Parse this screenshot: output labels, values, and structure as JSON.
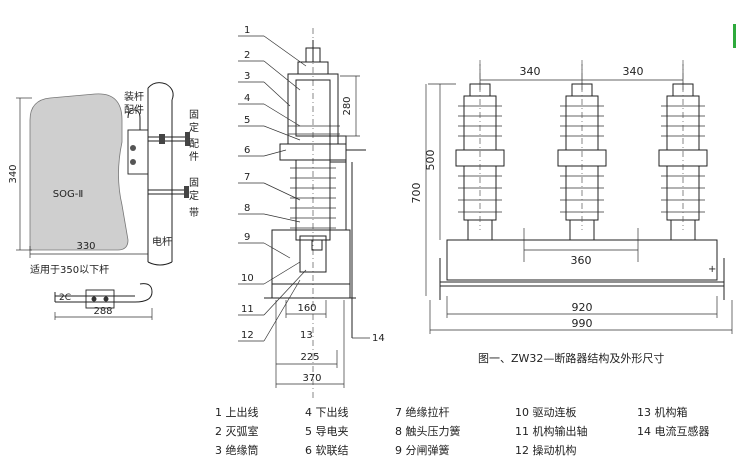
{
  "left_figure": {
    "dim_height": "340",
    "dim_width": "330",
    "body_label": "SOG-Ⅱ",
    "label_zhuangan": [
      "装杆",
      "配件"
    ],
    "label_guding_peijian": [
      "固",
      "定",
      "配",
      "件"
    ],
    "label_guding_dai": [
      "固",
      "定",
      "带"
    ],
    "label_dianGan": "电杆",
    "note": "适用于350以下杆",
    "bracket_label": "2C",
    "bracket_dim": "288"
  },
  "middle_figure": {
    "part_numbers": [
      "1",
      "2",
      "3",
      "4",
      "5",
      "6",
      "7",
      "8",
      "9",
      "10",
      "11",
      "12",
      "13",
      "14"
    ],
    "dims": {
      "top": "280",
      "d160": "160",
      "d225": "225",
      "d370": "370"
    }
  },
  "right_figure": {
    "dims": {
      "top_left": "340",
      "top_right": "340",
      "h500": "500",
      "h700": "700",
      "w360": "360",
      "w920": "920",
      "w990": "990"
    },
    "caption": "图一、ZW32—断路器结构及外形尺寸"
  },
  "legend": [
    [
      "1 上出线",
      "4 下出线",
      "7 绝缘拉杆",
      "10 驱动连板",
      "13 机构箱"
    ],
    [
      "2 灭弧室",
      "5 导电夹",
      "8 触头压力簧",
      "11 机构输出轴",
      "14 电流互感器"
    ],
    [
      "3 绝缘筒",
      "6 软联结",
      "9 分闸弹簧",
      "12 操动机构",
      ""
    ]
  ],
  "accent": "#2eaa3c"
}
